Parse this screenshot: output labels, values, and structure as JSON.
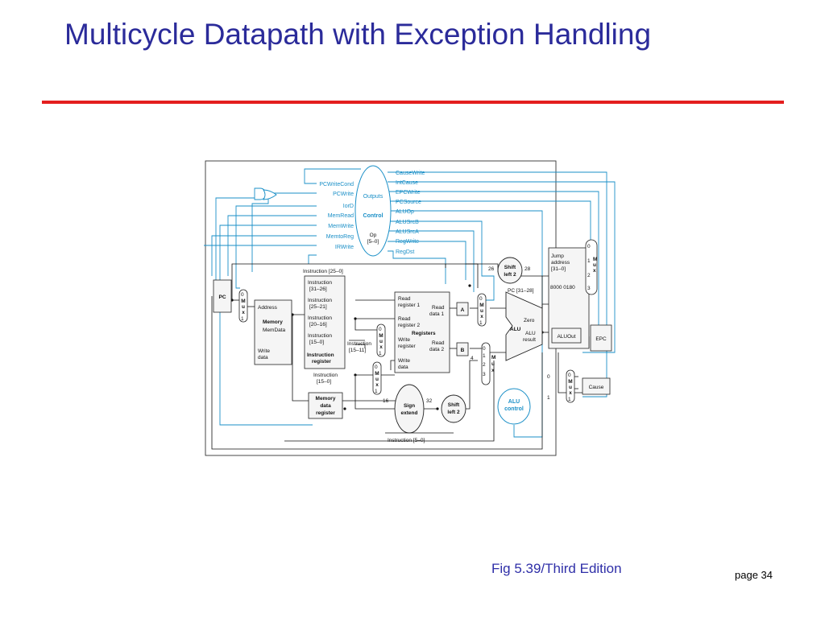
{
  "slide": {
    "title": "Multicycle Datapath with Exception Handling",
    "caption": "Fig 5.39/Third Edition",
    "page": "page 34"
  },
  "diagram": {
    "control": {
      "outputs": "Outputs",
      "control": "Control",
      "op": "Op",
      "op_bits": "[5–0]"
    },
    "left_signals": [
      "PCWriteCond",
      "PCWrite",
      "IorD",
      "MemRead",
      "MemWrite",
      "MemtoReg",
      "IRWrite"
    ],
    "right_signals": [
      "CauseWrite",
      "IntCause",
      "EPCWrite",
      "PCSource",
      "ALUOp",
      "ALUSrcB",
      "ALUSrcA",
      "RegWrite",
      "RegDst"
    ],
    "pc": "PC",
    "mux_letters": [
      "M",
      "u",
      "x"
    ],
    "mux_inputs": [
      "0",
      "1",
      "2",
      "3"
    ],
    "memory": {
      "address": "Address",
      "memory": "Memory",
      "memdata": "MemData",
      "write": "Write",
      "data": "data"
    },
    "ir": {
      "f1_a": "Instruction",
      "f1_b": "[31–26]",
      "f2_a": "Instruction",
      "f2_b": "[25–21]",
      "f3_a": "Instruction",
      "f3_b": "[20–16]",
      "f4_a": "Instruction",
      "f4_b": "[15–0]",
      "name_a": "Instruction",
      "name_b": "register"
    },
    "instr_25_0": "Instruction [25–0]",
    "instr_15_0_a": "Instruction",
    "instr_15_0_b": "[15–0]",
    "instr_15_11_a": "Instruction",
    "instr_15_11_b": "[15–11]",
    "instr_5_0": "Instruction [5–0]",
    "mdr": {
      "a": "Memory",
      "b": "data",
      "c": "register"
    },
    "registers": {
      "rr1_a": "Read",
      "rr1_b": "register 1",
      "rd1_a": "Read",
      "rd1_b": "data 1",
      "rr2_a": "Read",
      "rr2_b": "register 2",
      "name": "Registers",
      "wr_a": "Write",
      "wr_b": "register",
      "rd2_a": "Read",
      "rd2_b": "data 2",
      "wd_a": "Write",
      "wd_b": "data"
    },
    "reg_a": "A",
    "reg_b": "B",
    "sign_extend": {
      "a": "Sign",
      "b": "extend"
    },
    "shift_left": {
      "a": "Shift",
      "b": "left 2"
    },
    "alu": {
      "name": "ALU",
      "zero": "Zero",
      "result_a": "ALU",
      "result_b": "result"
    },
    "alu_control": {
      "a": "ALU",
      "b": "control"
    },
    "aluout": "ALUOut",
    "epc": "EPC",
    "cause": "Cause",
    "pc_31_28": "PC [31–28]",
    "jump": {
      "a": "Jump",
      "b": "address",
      "c": "[31–0]"
    },
    "exception_addr": "8000 0180",
    "bits": {
      "b26": "26",
      "b28": "28",
      "b16": "16",
      "b32": "32",
      "four": "4"
    }
  }
}
